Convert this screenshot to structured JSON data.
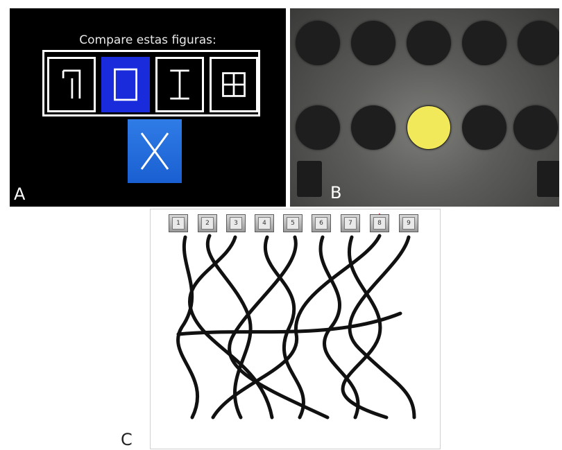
{
  "panel_a": {
    "letter": "A",
    "title": "Compare estas figuras:"
  },
  "panel_b": {
    "letter": "B",
    "lit_color": "#f2e95a"
  },
  "panel_c": {
    "letter": "C",
    "arrow_color": "#e02020",
    "buttons": [
      "1",
      "2",
      "3",
      "4",
      "5",
      "6",
      "7",
      "8",
      "9"
    ]
  }
}
